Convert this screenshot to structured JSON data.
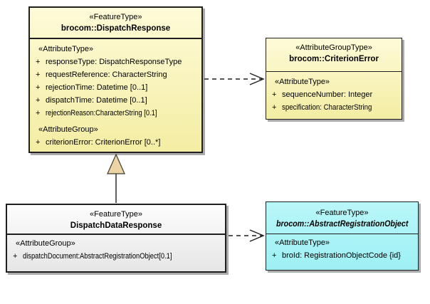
{
  "palette": {
    "yellow_top": "#FEFBD8",
    "yellow_bottom": "#F4EDA3",
    "gray_top": "#FDFDFD",
    "gray_bottom": "#E6E6E6",
    "cyan_top": "#B9F7F9",
    "cyan_bottom": "#9DF0F4",
    "border": "#1F1F1F",
    "shadow": "#ABABAB",
    "triangle_fill": "#ECD4A4"
  },
  "classes": [
    {
      "stereotype": "«FeatureType»",
      "name": "brocom::DispatchResponse",
      "sections": [
        {
          "label": "«AttributeType»",
          "attrs": [
            {
              "vis": "+",
              "text": "responseType: DispatchResponseType"
            },
            {
              "vis": "+",
              "text": "requestReference: CharacterString"
            },
            {
              "vis": "+",
              "text": "rejectionTime: Datetime [0..1]"
            },
            {
              "vis": "+",
              "text": "dispatchTime: Datetime [0..1]"
            },
            {
              "vis": "+",
              "text": "rejectionReason:CharacterString [0.1]"
            }
          ]
        },
        {
          "label": "«AttributeGroup»",
          "attrs": [
            {
              "vis": "+",
              "text": "criterionError: CriterionError [0..*]"
            }
          ]
        }
      ]
    },
    {
      "stereotype": "«AttributeGroupType»",
      "name": "brocom::CriterionError",
      "sections": [
        {
          "label": "«AttributeType»",
          "attrs": [
            {
              "vis": "+",
              "text": "sequenceNumber: Integer"
            },
            {
              "vis": "+",
              "text": "specification: CharacterString"
            }
          ]
        }
      ]
    },
    {
      "stereotype": "«FeatureType»",
      "name": "DispatchDataResponse",
      "sections": [
        {
          "label": "«AttributeGroup»",
          "attrs": [
            {
              "vis": "+",
              "text": "dispatchDocument:AbstractRegistrationObject[0.1]"
            }
          ]
        }
      ]
    },
    {
      "stereotype": "«FeatureType»",
      "name": "brocom::AbstractRegistrationObject",
      "sections": [
        {
          "label": "«AttributeType»",
          "attrs": [
            {
              "vis": "+",
              "text": "broId: RegistrationObjectCode {id}"
            }
          ]
        }
      ]
    }
  ],
  "connectors": [
    {
      "type": "dependency",
      "from": "brocom::DispatchResponse",
      "to": "brocom::CriterionError",
      "line": "dashed",
      "head": "open-arrow"
    },
    {
      "type": "generalization",
      "from": "DispatchDataResponse",
      "to": "brocom::DispatchResponse",
      "line": "solid",
      "head": "triangle"
    },
    {
      "type": "dependency",
      "from": "DispatchDataResponse",
      "to": "brocom::AbstractRegistrationObject",
      "line": "dashed",
      "head": "open-arrow"
    }
  ]
}
